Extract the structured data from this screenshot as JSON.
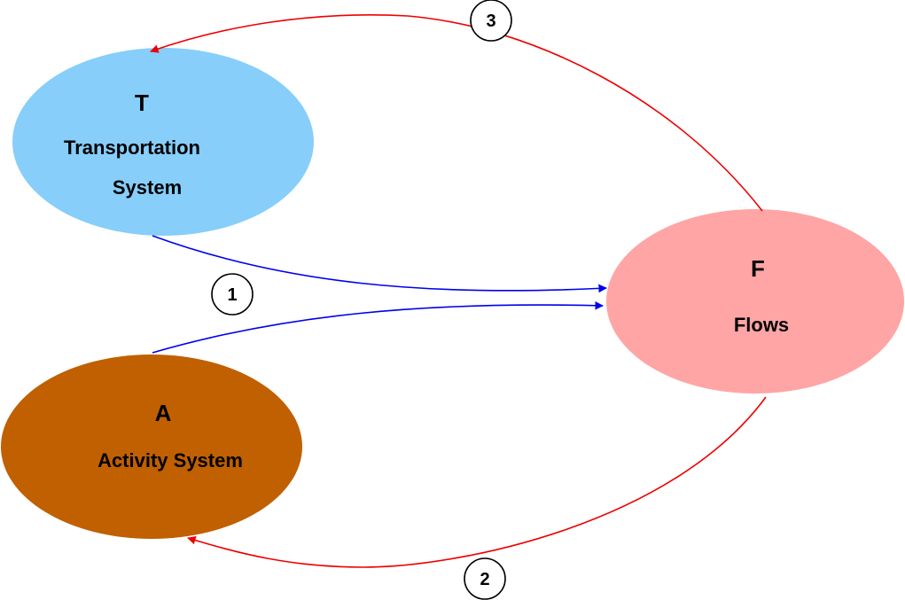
{
  "nodes": {
    "transportation": {
      "letter": "T",
      "line1": "Transportation",
      "line2": "System",
      "color": "#87cefa"
    },
    "activity": {
      "letter": "A",
      "label": "Activity System",
      "color": "#c06000"
    },
    "flows": {
      "letter": "F",
      "label": "Flows",
      "color": "#ffa5a5"
    }
  },
  "edges": {
    "blue_color": "#0000ee",
    "red_color": "#ee0000"
  },
  "steps": {
    "one": "1",
    "two": "2",
    "three": "3"
  }
}
